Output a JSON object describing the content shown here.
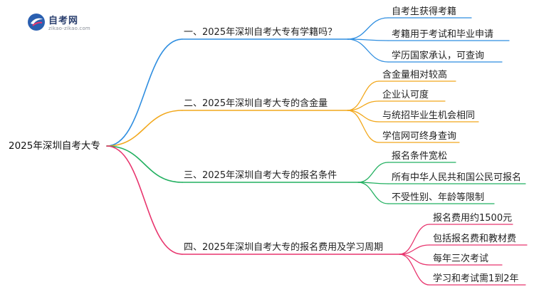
{
  "logo": {
    "title": "自考网",
    "subtitle": "zikao-zikao.com"
  },
  "root": {
    "label": "2025年深圳自考大专"
  },
  "branches": [
    {
      "label": "一、2025年深圳自考大专有学籍吗？",
      "color": "#2f8ee0",
      "children": [
        "自考生获得考籍",
        "考籍用于考试和毕业申请",
        "学历国家承认，可查询"
      ]
    },
    {
      "label": "二、2025年深圳自考大专的含金量",
      "color": "#f2a81c",
      "children": [
        "含金量相对较高",
        "企业认可度",
        "与统招毕业生机会相同",
        "学信网可终身查询"
      ]
    },
    {
      "label": "三、2025年深圳自考大专的报名条件",
      "color": "#22b060",
      "children": [
        "报名条件宽松",
        "所有中华人民共和国公民可报名",
        "不受性别、年龄等限制"
      ]
    },
    {
      "label": "四、2025年深圳自考大专的报名费用及学习周期",
      "color": "#e8356e",
      "children": [
        "报名费用约1500元",
        "包括报名费和教材费",
        "每年三次考试",
        "学习和考试需1到2年"
      ]
    }
  ]
}
